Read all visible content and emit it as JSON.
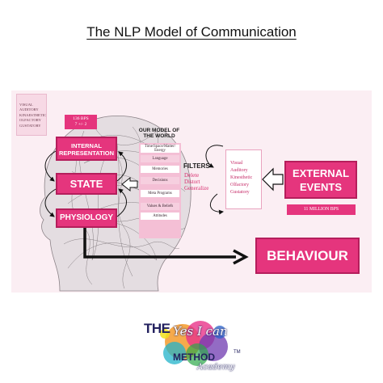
{
  "page": {
    "title": "The NLP Model of Communication"
  },
  "modalities": [
    "VISUAL",
    "AUDITORY",
    "KINAESTHETIC",
    "OLFACTORY",
    "GUSTATORY"
  ],
  "bps": {
    "line1": "136 BPS",
    "line2": "7 +/- 2"
  },
  "blocks": {
    "internal_representation": {
      "line1": "INTERNAL",
      "line2": "REPRESENTATION"
    },
    "state": "STATE",
    "physiology": "PHYSIOLOGY"
  },
  "model_of_world": {
    "title_line1": "OUR MODEL OF",
    "title_line2": "THE WORLD",
    "items": [
      {
        "line1": "Time/Space/Matter/",
        "line2": "Energy"
      },
      {
        "line1": "Language"
      },
      {
        "line1": "Memories"
      },
      {
        "line1": "Decisions"
      },
      {
        "line1": "Meta Programs"
      },
      {
        "line1": "Values & Beliefs"
      },
      {
        "line1": "Attitudes"
      }
    ]
  },
  "filters": {
    "title": "FILTERS",
    "items": [
      "Delete",
      "Distort",
      "Generalize"
    ]
  },
  "senses": [
    "Visual",
    "Auditory",
    "Kinesthetic",
    "Olfactory",
    "Gustatory"
  ],
  "external_events": {
    "line1": "EXTERNAL",
    "line2": "EVENTS",
    "rate": "11 MILLION BPS"
  },
  "behaviour": "BEHAVIOUR",
  "logo": {
    "word_the": "THE",
    "word_script": "Yes I can",
    "word_method": "METHOD",
    "trademark": "TM",
    "word_academy": "Academy"
  },
  "colors": {
    "accent": "#e5357d",
    "accent_dark": "#b51e5c",
    "panel_bg": "#fbeef3",
    "logo_navy": "#23215f",
    "filter_text": "#d8306f"
  }
}
